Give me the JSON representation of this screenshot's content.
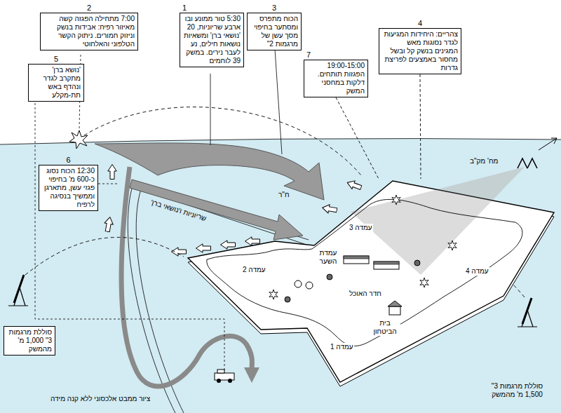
{
  "diagram": {
    "caption": "ציור ממבט אלכסוני ללא קנה מידה",
    "nodes": [
      {
        "text": [
          "1",
          "5:30 טור ממונע ובו ארבע שריוניות, 20 'נושאי ברן' ומשאיות נושאות חילים, נע לעבר נירים. במשק 39 לוחמים"
        ]
      },
      {
        "text": [
          "2",
          "7:00 מתחילה הפגזה קשה מאיזור רפיח: אבידות בנשק וניזוק חמורים. ניתוק הקשר הטלפוני והאלחוטי"
        ]
      },
      {
        "text": [
          "3",
          "הכוח מתפרס ומסתער בחיפוי מסך עשן של מרגמות 2\""
        ]
      },
      {
        "text": [
          "4",
          "צהריים: היחידות המגיעות לגדר נסוגות מאש המגינים בנשק קל ובשל מחסור באמצעים לפריצת גדרות"
        ]
      },
      {
        "text": [
          "5",
          "'נושא ברן' מתקרב לגדר ונהדף באש תת-מקלע"
        ]
      },
      {
        "text": [
          "6",
          "12:30 הכוח נסוג כ-600 מ' בחיפוי פגזי עשן, מתארגן וממשיך בנסיגה לרפיח"
        ]
      },
      {
        "text": [
          "7",
          "19:00-15:00 הפגזות תותחים. דלקות במחסני המשק"
        ]
      },
      {
        "text": [
          "סוללת מרגמות 3\" 1,000 מ' מהמשק"
        ]
      },
      {
        "text": [
          "עמדה 3",
          "עמדת השער",
          "עמדה 2",
          "עמדה 4",
          "חדר האוכל",
          "בית הביטחון",
          "עמדה 1"
        ]
      }
    ],
    "edges": [
      {
        "from": 3,
        "to": 8,
        "arrow": "none"
      },
      {
        "from": 6,
        "to": 8,
        "arrow": "none"
      }
    ],
    "labels": [
      "מח' מק\"ב",
      "ח\"ר",
      "שריוניות ו'נושאי ברן'",
      "סוללת מרגמות 3\" 1,500 מ' מהמשק"
    ]
  }
}
